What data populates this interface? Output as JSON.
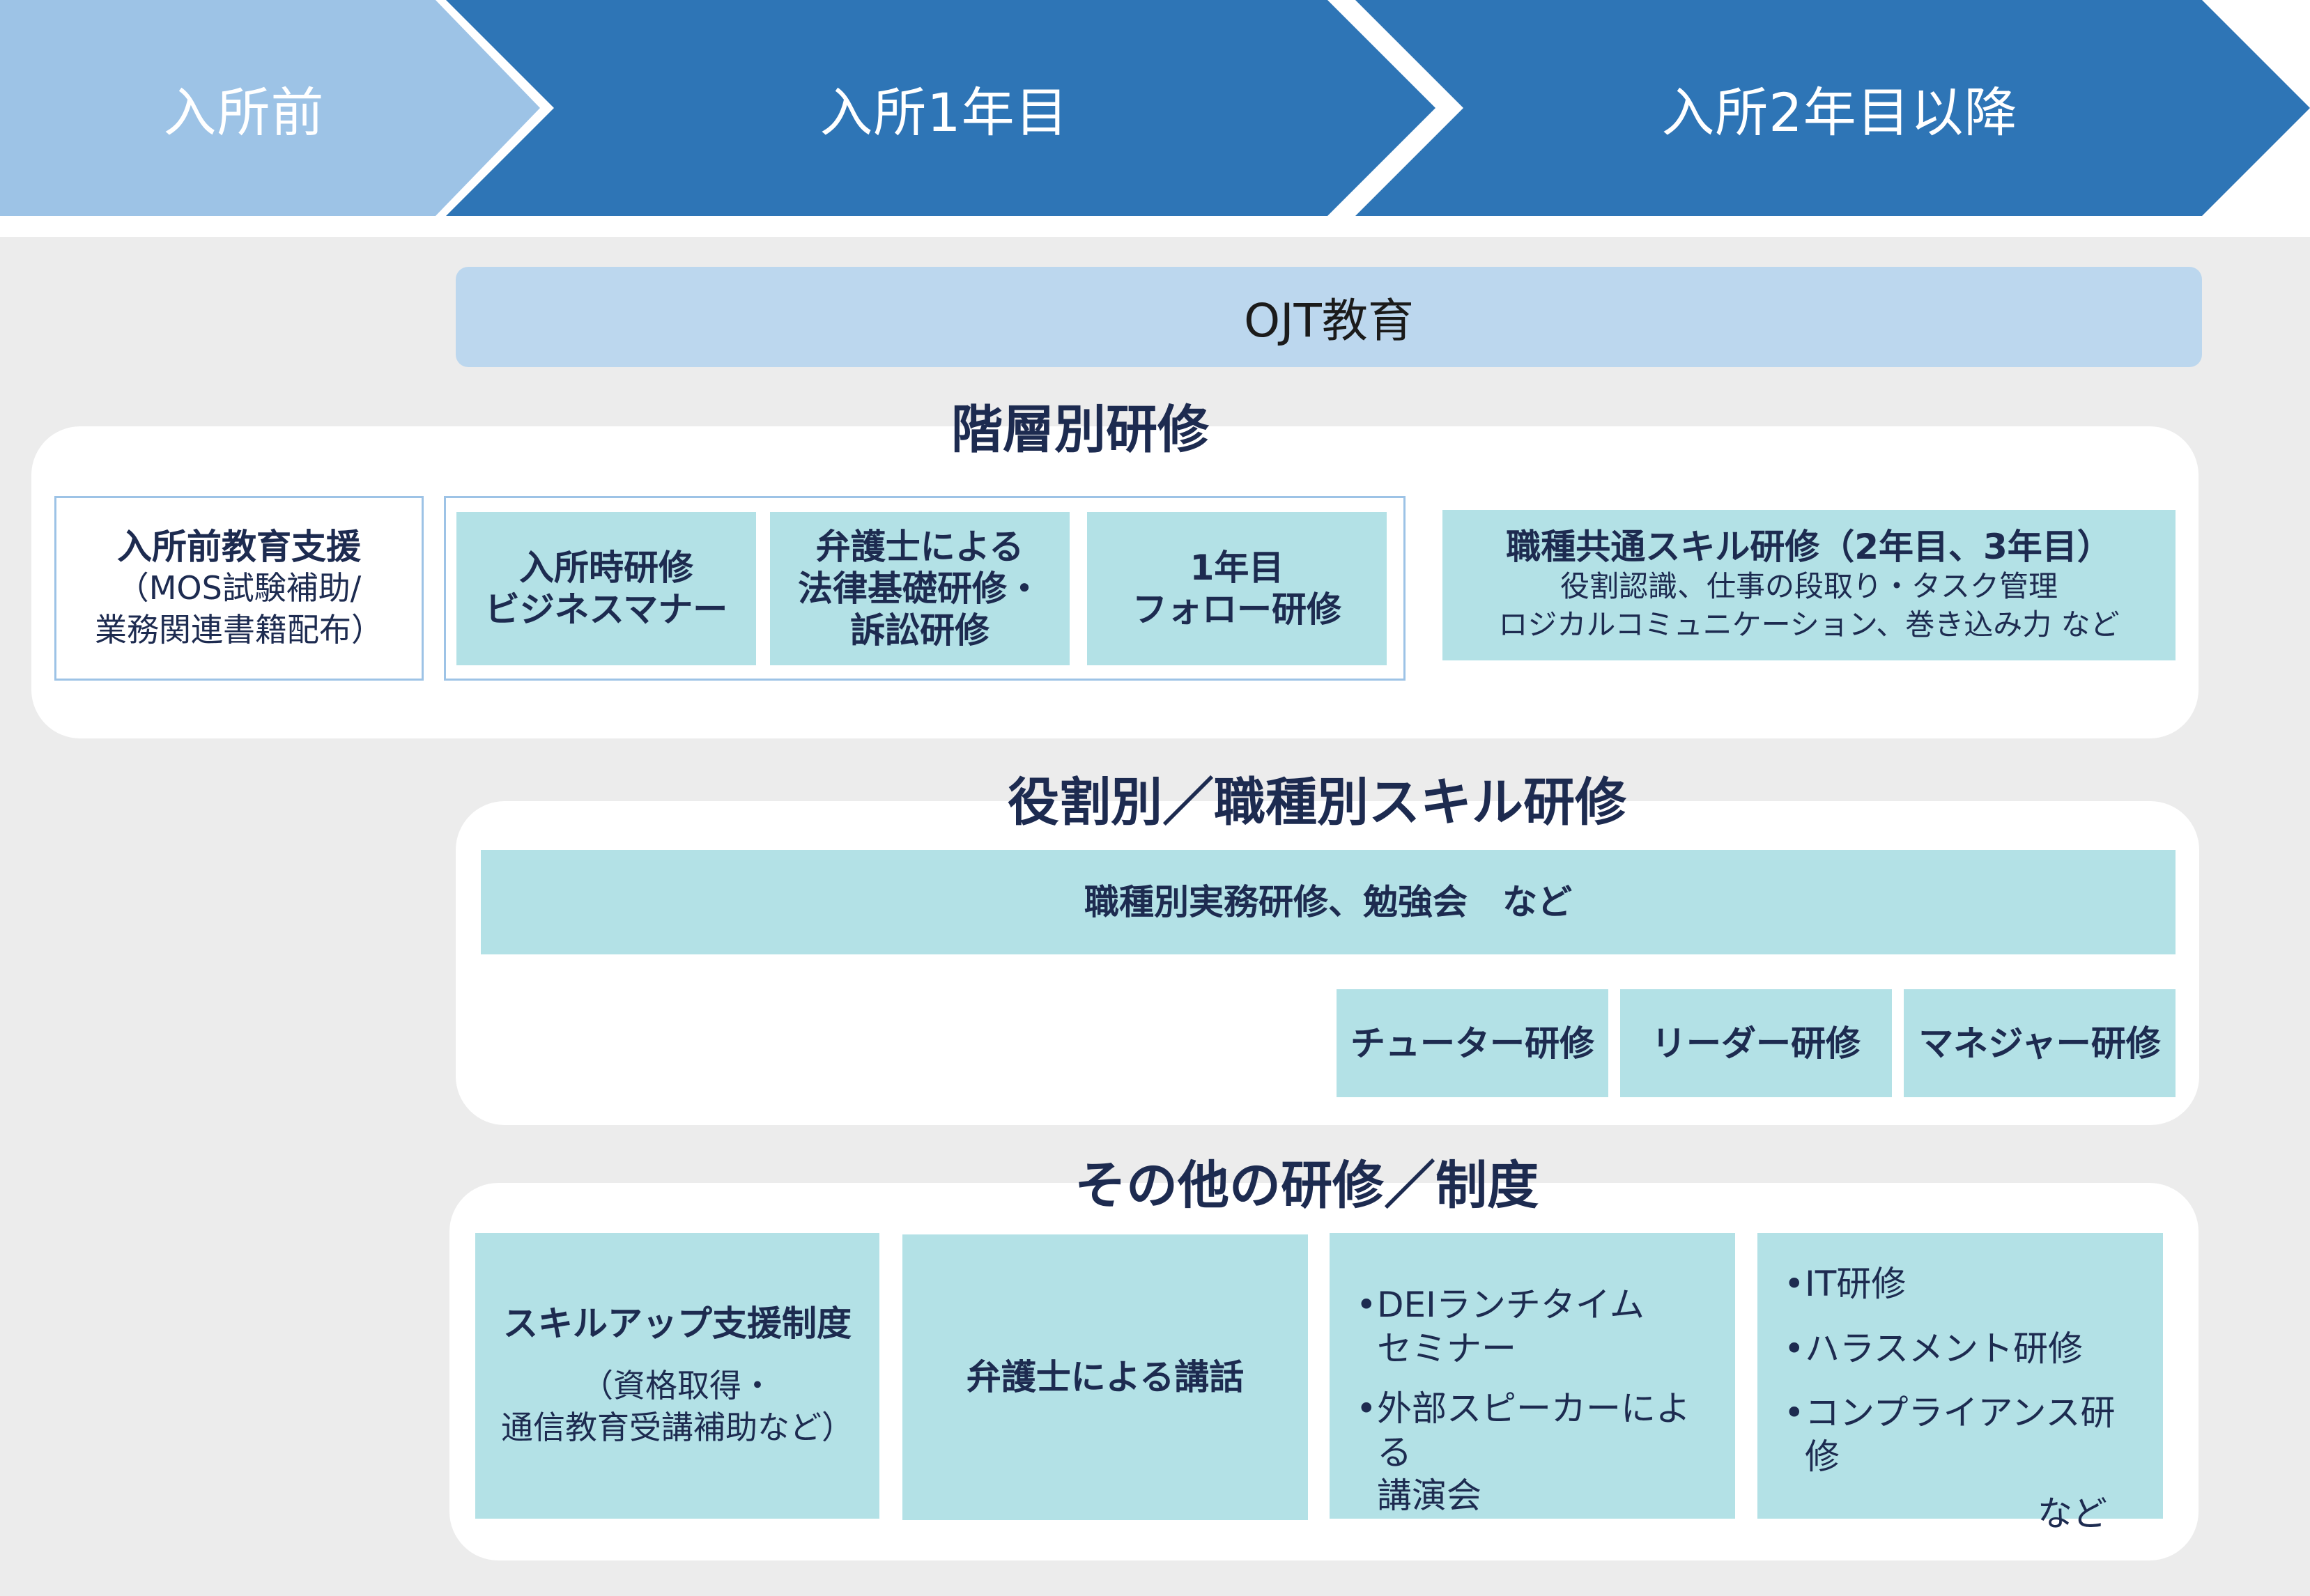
{
  "colors": {
    "phase_light": "#9dc3e6",
    "phase_dark": "#2e75b6",
    "grey_background": "#ececec",
    "ojt_bar": "#bcd7ee",
    "box_fill": "#b3e1e6",
    "outline": "#9dc3e6",
    "text_dark": "#1d2b50"
  },
  "phases": [
    {
      "label": "入所前"
    },
    {
      "label": "入所1年目"
    },
    {
      "label": "入所2年目以降"
    }
  ],
  "ojt": {
    "label": "OJT教育"
  },
  "hierarchy": {
    "title": "階層別研修",
    "pre_support": {
      "title": "入所前教育支援",
      "sub1": "（MOS試験補助/",
      "sub2": "業務関連書籍配布）"
    },
    "intro": {
      "line1": "入所時研修",
      "line2": "ビジネスマナー"
    },
    "lawyer": {
      "line1": "弁護士による",
      "line2": "法律基礎研修・",
      "line3": "訴訟研修"
    },
    "followup": {
      "line1": "1年目",
      "line2": "フォロー研修"
    },
    "common": {
      "title": "職種共通スキル研修（2年目、3年目）",
      "sub1": "役割認識、仕事の段取り・タスク管理",
      "sub2": "ロジカルコミュニケーション、巻き込み力 など"
    }
  },
  "role": {
    "title": "役割別／職種別スキル研修",
    "practical": "職種別実務研修、勉強会　など",
    "tutor": "チューター研修",
    "leader": "リーダー研修",
    "manager": "マネジャー研修"
  },
  "other": {
    "title": "その他の研修／制度",
    "skillup": {
      "title": "スキルアップ支援制度",
      "sub1": "（資格取得・",
      "sub2": "通信教育受講補助など）"
    },
    "talk": "弁護士による講話",
    "dei": {
      "bullet": "•",
      "item1_line1": "DEIランチタイム",
      "item1_line2": "セミナー",
      "item2_line1": "外部スピーカーによる",
      "item2_line2": "講演会"
    },
    "it": {
      "bullet": "•",
      "item1": "IT研修",
      "item2": "ハラスメント研修",
      "item3": "コンプライアンス研修",
      "etc": "など"
    }
  }
}
